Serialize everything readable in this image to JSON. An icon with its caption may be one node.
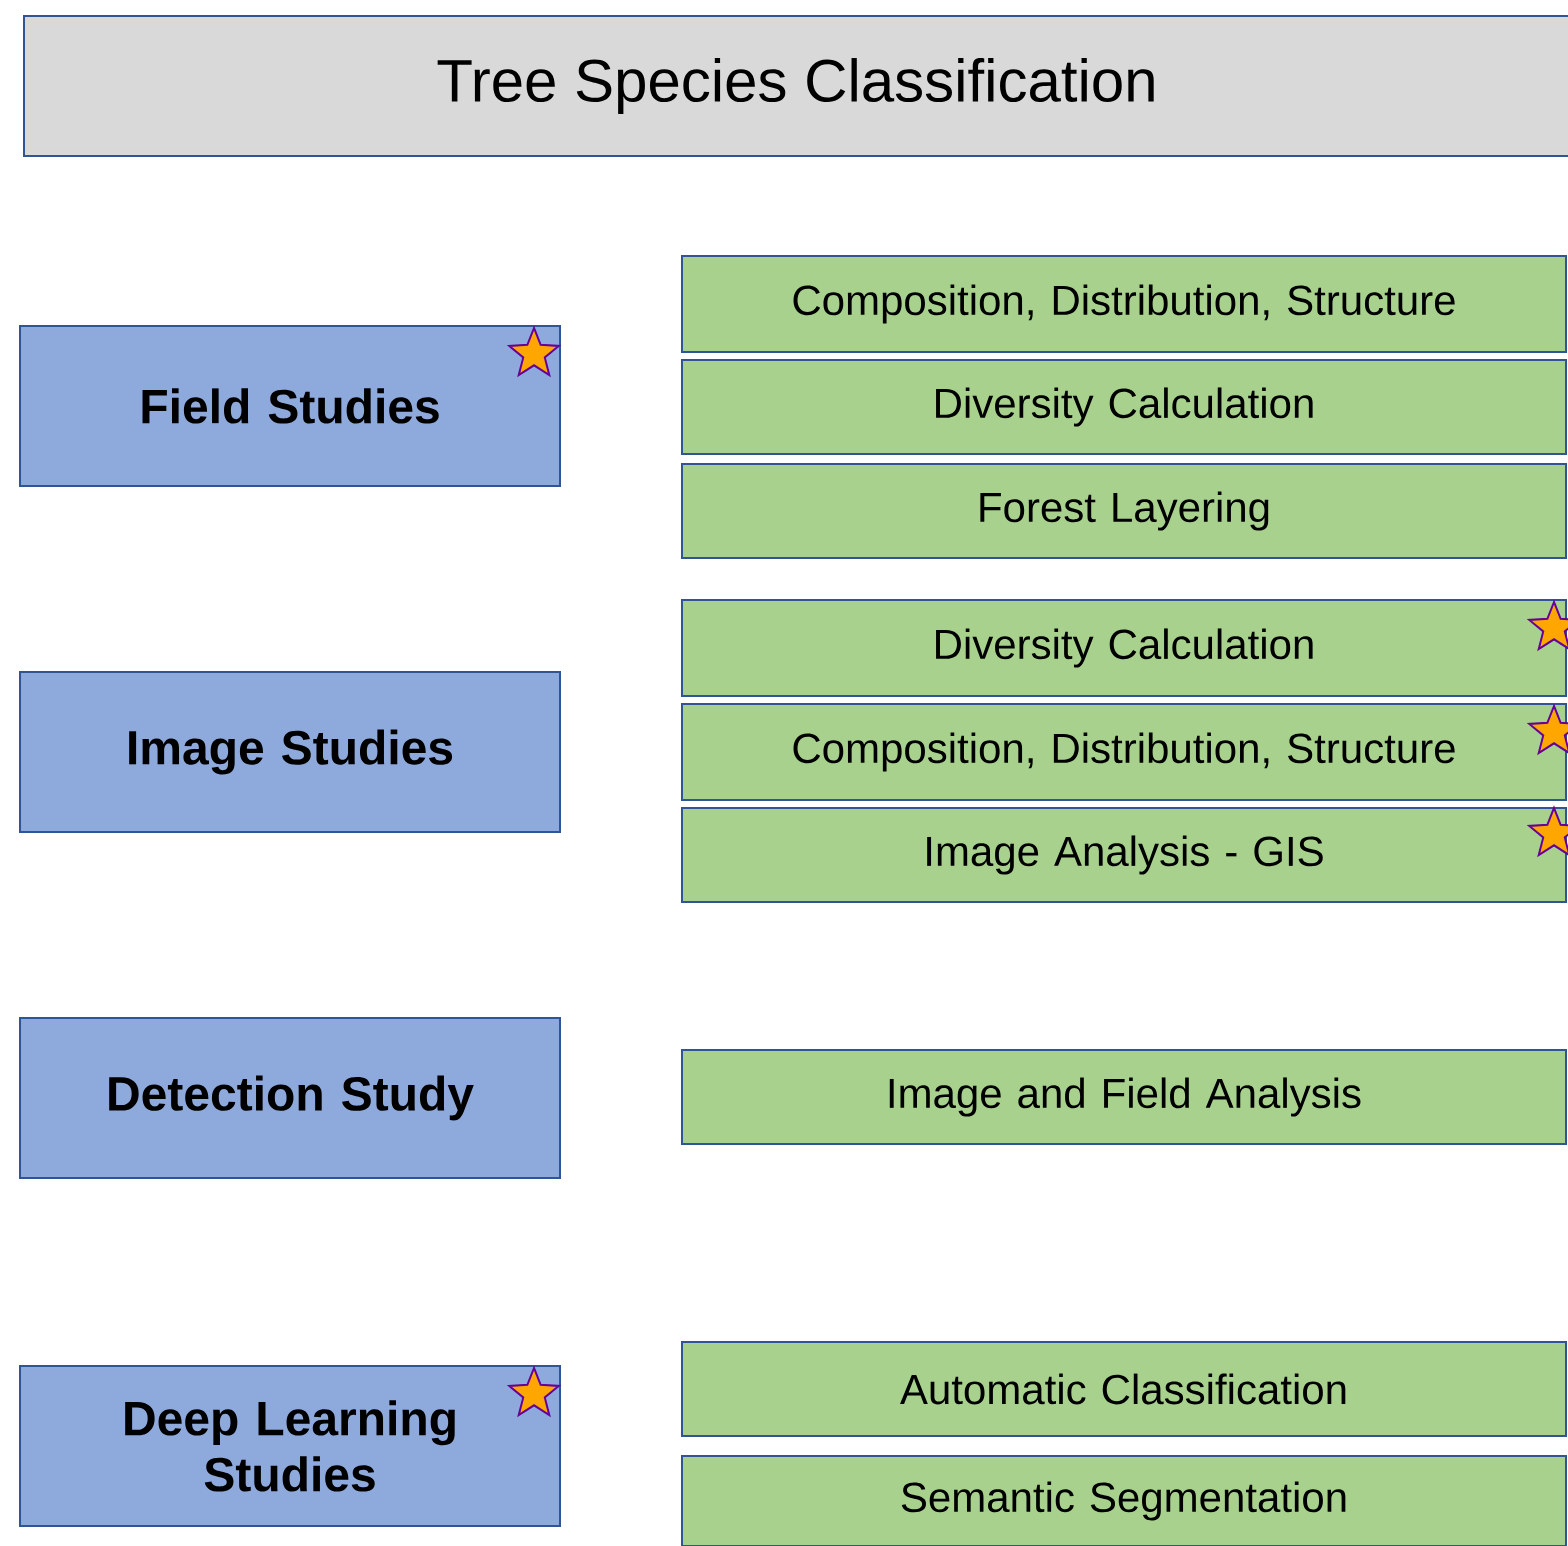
{
  "diagram": {
    "title": "Tree Species Classification",
    "nodes": [
      {
        "text": [
          "Field Studies"
        ]
      },
      {
        "text": [
          "Composition, Distribution, Structure"
        ]
      },
      {
        "text": [
          "Diversity Calculation"
        ]
      },
      {
        "text": [
          "Forest Layering"
        ]
      },
      {
        "text": [
          "Image Studies"
        ]
      },
      {
        "text": [
          "Diversity Calculation"
        ]
      },
      {
        "text": [
          "Composition, Distribution, Structure"
        ]
      },
      {
        "text": [
          "Image Analysis - GIS"
        ]
      },
      {
        "text": [
          "Detection Study"
        ]
      },
      {
        "text": [
          "Image and Field Analysis"
        ]
      },
      {
        "text": [
          "Deep Learning Studies"
        ]
      },
      {
        "text": [
          "Automatic Classification"
        ]
      },
      {
        "text": [
          "Semantic Segmentation"
        ]
      }
    ]
  }
}
